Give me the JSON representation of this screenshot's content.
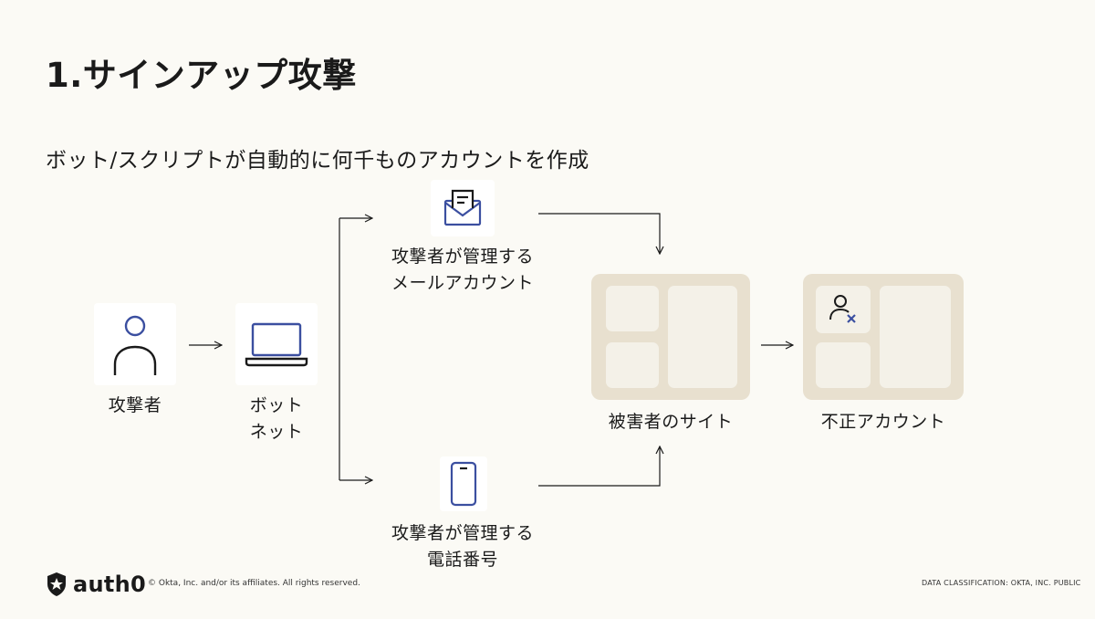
{
  "slide": {
    "title": "1.サインアップ攻撃",
    "subtitle": "ボット/スクリプトが自動的に何千ものアカウントを作成"
  },
  "nodes": {
    "attacker": {
      "label": "攻撃者",
      "icon": "person-icon"
    },
    "botnet": {
      "label_lines": [
        "ボット",
        "ネット"
      ],
      "icon": "laptop-icon"
    },
    "email": {
      "label_lines": [
        "攻撃者が管理する",
        "メールアカウント"
      ],
      "icon": "envelope-icon"
    },
    "phone": {
      "label_lines": [
        "攻撃者が管理する",
        "電話番号"
      ],
      "icon": "smartphone-icon"
    },
    "victim_site": {
      "label": "被害者のサイト"
    },
    "fraud_account": {
      "label": "不正アカウント",
      "icon": "user-x-icon"
    }
  },
  "footer": {
    "logo_text": "auth0",
    "copyright": "© Okta, Inc. and/or its affiliates. All rights reserved.",
    "classification": "DATA CLASSIFICATION: OKTA, INC. PUBLIC"
  },
  "colors": {
    "background": "#fbfaf5",
    "icon_blue": "#3b4fa0",
    "site_panel": "#e8e0cf",
    "site_cell": "#f4f1e8",
    "text": "#1a1a1a"
  }
}
